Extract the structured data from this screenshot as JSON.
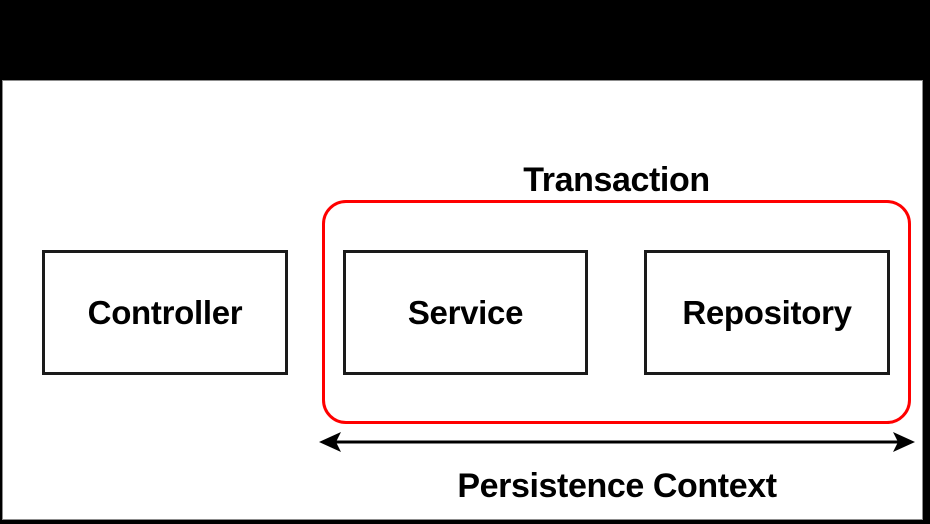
{
  "diagram": {
    "type": "layered-architecture-diagram",
    "background_color": "#ffffff",
    "letterbox_color": "#000000",
    "boxes": [
      {
        "id": "controller",
        "label": "Controller",
        "border_color": "#1a1a1a",
        "inside_transaction": false
      },
      {
        "id": "service",
        "label": "Service",
        "border_color": "#1a1a1a",
        "inside_transaction": true
      },
      {
        "id": "repository",
        "label": "Repository",
        "border_color": "#1a1a1a",
        "inside_transaction": true
      }
    ],
    "transaction": {
      "label": "Transaction",
      "boundary_color": "#ff0000",
      "shape": "rounded-rectangle",
      "covers": [
        "service",
        "repository"
      ]
    },
    "persistence_context": {
      "label": "Persistence Context",
      "arrow_color": "#000000",
      "arrow_style": "double-headed",
      "spans": [
        "service",
        "repository"
      ]
    }
  }
}
